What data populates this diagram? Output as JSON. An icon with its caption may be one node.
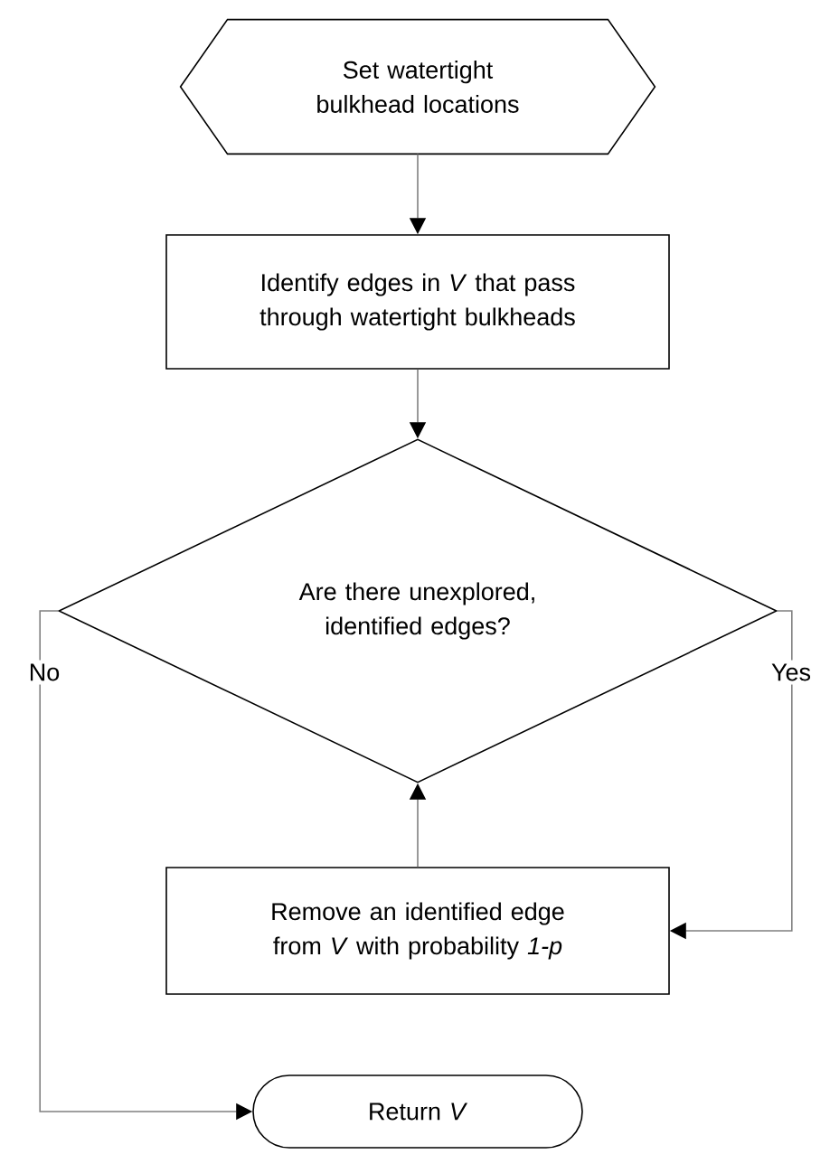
{
  "diagram": {
    "nodes": [
      {
        "text": [
          "Set watertight bulkhead locations"
        ]
      },
      {
        "text": [
          "Identify edges in *V* that pass through watertight bulkheads"
        ]
      },
      {
        "text": [
          "Are there unexplored, identified edges?"
        ]
      },
      {
        "text": [
          "Remove an identified edge from *V* with probability *1-p*"
        ]
      },
      {
        "text": [
          "Return *V*"
        ]
      }
    ],
    "edges": [
      {
        "from": 0,
        "to": 1,
        "arrow": "to"
      },
      {
        "from": 1,
        "to": 2,
        "arrow": "to"
      },
      {
        "from": 2,
        "to": 3,
        "arrow": "to",
        "label": "Yes"
      },
      {
        "from": 3,
        "to": 2,
        "arrow": "to"
      },
      {
        "from": 2,
        "to": 4,
        "arrow": "to",
        "label": "No"
      }
    ]
  }
}
